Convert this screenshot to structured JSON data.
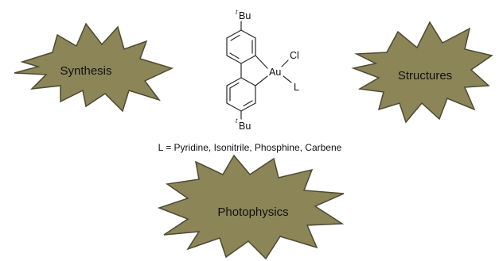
{
  "bursts": {
    "synthesis": "Synthesis",
    "structures": "Structures",
    "photophysics": "Photophysics"
  },
  "molecule": {
    "metal": "Au",
    "chloride": "Cl",
    "ligand": "L",
    "top_substituent_prefix": "t",
    "top_substituent": "Bu",
    "bottom_substituent_prefix": "t",
    "bottom_substituent": "Bu"
  },
  "caption": "L = Pyridine, Isonitrile, Phosphine, Carbene",
  "colors": {
    "burst_fill": "#8b8558",
    "burst_stroke": "#4d4a32",
    "text": "#111111"
  }
}
